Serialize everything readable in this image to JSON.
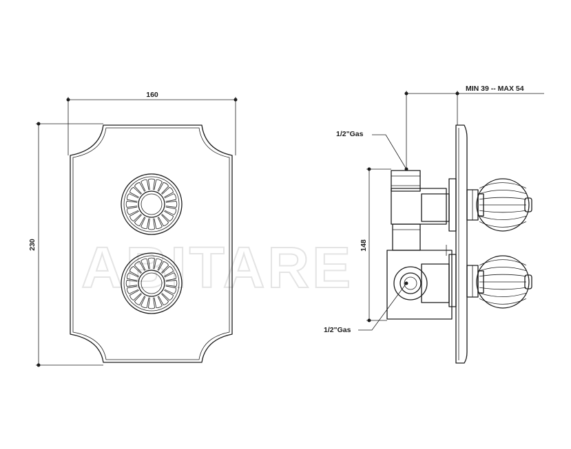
{
  "watermark": "ABITARE",
  "front_view": {
    "width_label": "160",
    "height_label": "230"
  },
  "side_view": {
    "depth_label": "MIN 39 -- MAX 54",
    "spacing_label": "148",
    "inlet_top_label": "1/2\"Gas",
    "inlet_bottom_label": "1/2\"Gas"
  }
}
